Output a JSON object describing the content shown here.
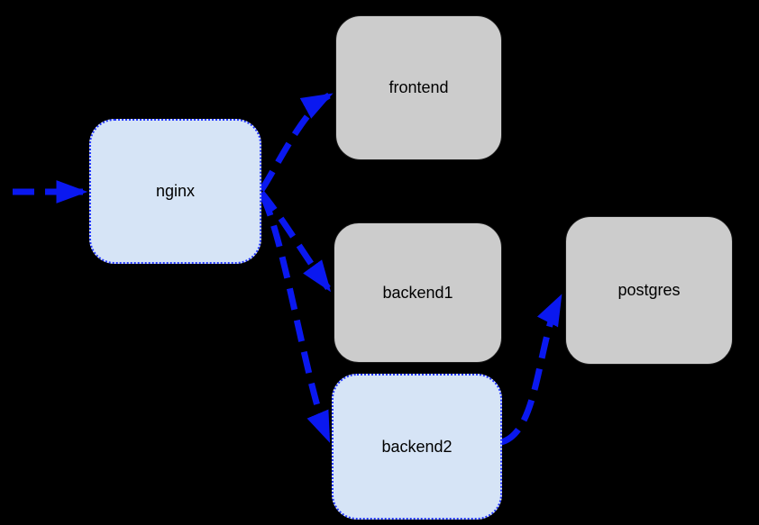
{
  "diagram": {
    "description": "Service architecture diagram with dashed request-flow arrows",
    "nodes": [
      {
        "id": "nginx",
        "label": "nginx",
        "variant": "highlighted"
      },
      {
        "id": "frontend",
        "label": "frontend",
        "variant": "default"
      },
      {
        "id": "backend1",
        "label": "backend1",
        "variant": "default"
      },
      {
        "id": "backend2",
        "label": "backend2",
        "variant": "highlighted"
      },
      {
        "id": "postgres",
        "label": "postgres",
        "variant": "default"
      }
    ],
    "edges": [
      {
        "from": "external",
        "to": "nginx",
        "style": "dashed-arrow"
      },
      {
        "from": "nginx",
        "to": "frontend",
        "style": "dashed-arrow"
      },
      {
        "from": "nginx",
        "to": "backend1",
        "style": "dashed-arrow"
      },
      {
        "from": "nginx",
        "to": "backend2",
        "style": "dashed-arrow"
      },
      {
        "from": "backend2",
        "to": "postgres",
        "style": "dashed-arrow"
      }
    ]
  },
  "colors": {
    "background": "#000000",
    "node_default_fill": "#cccccc",
    "node_highlight_fill": "#d6e4f6",
    "node_highlight_border": "#2336ff",
    "edge": "#0a18f0",
    "label": "#000000"
  }
}
